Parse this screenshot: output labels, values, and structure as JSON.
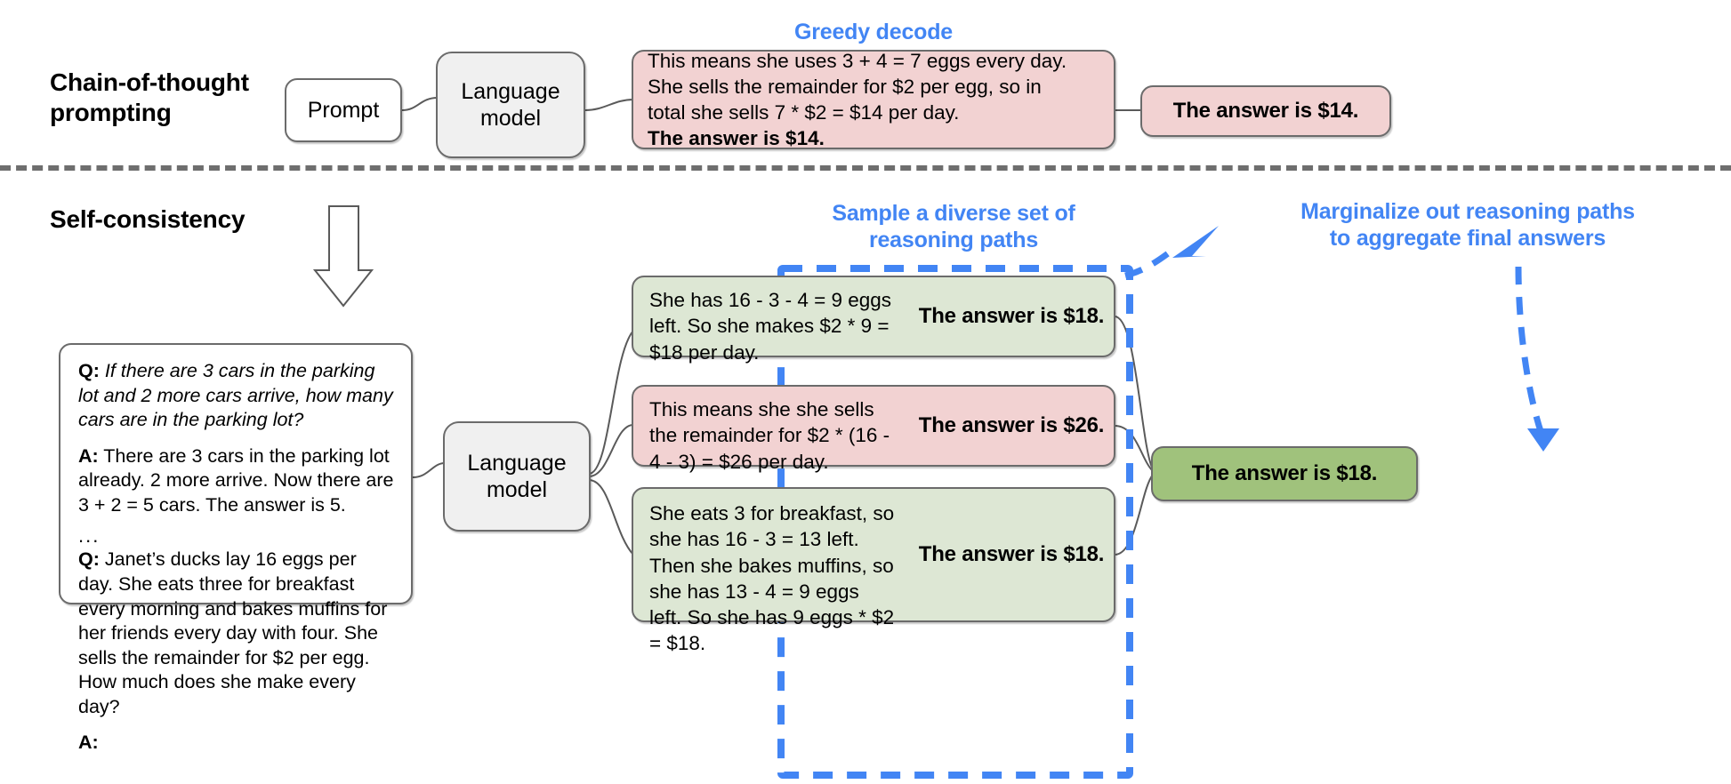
{
  "figure": {
    "sections": [
      {
        "id": "cot",
        "title": "Chain-of-thought\nprompting"
      },
      {
        "id": "sc",
        "title": "Self-consistency"
      }
    ]
  },
  "colors": {
    "blue_accent": "#4285f4",
    "pink_fill": "#f2d2d2",
    "green_fill": "#dde7d4",
    "dark_green_fill": "#a0c27c",
    "gray_fill": "#f0f0f0",
    "node_border": "#6b6b6b",
    "divider": "#6e6e6e"
  },
  "cot": {
    "title_line1": "Chain-of-thought",
    "title_line2": "prompting",
    "prompt_label": "Prompt",
    "model_line1": "Language",
    "model_line2": "model",
    "caption": "Greedy decode",
    "reasoning": {
      "line1": "This means she uses 3 + 4 = 7 eggs every day.",
      "line2": "She sells the remainder for $2 per egg, so in",
      "line3": "total she sells 7 * $2 = $14 per day.",
      "bold_line": "The answer is $14."
    },
    "answer": "The answer is $14."
  },
  "sc": {
    "title": "Self-consistency",
    "caption_sample_line1": "Sample a diverse set of",
    "caption_sample_line2": "reasoning paths",
    "caption_marginalize_line1": "Marginalize out reasoning paths",
    "caption_marginalize_line2": "to aggregate final answers",
    "model_line1": "Language",
    "model_line2": "model",
    "prompt": {
      "q1_label": "Q:",
      "q1_text": "If there are 3 cars in the parking lot and 2 more cars arrive, how many cars are in the parking lot?",
      "a1_label": "A:",
      "a1_text": "There are 3 cars in the parking lot already. 2 more arrive. Now there are 3 + 2 = 5 cars. The answer is 5.",
      "ellipsis": "...",
      "q2_label": "Q:",
      "q2_text": "Janet’s ducks lay 16 eggs per day. She eats three for breakfast every morning and bakes muffins for her friends every day with four. She sells the remainder for $2 per egg. How much does she make every day?",
      "a2_label": "A:"
    },
    "paths": [
      {
        "id": "path-1",
        "color": "green",
        "reasoning": "She has 16 - 3 - 4 = 9 eggs left. So she makes $2 * 9 = $18 per day.",
        "answer": "The answer is $18."
      },
      {
        "id": "path-2",
        "color": "pink",
        "reasoning": "This means she she sells the remainder for $2 * (16 - 4 - 3) = $26 per day.",
        "answer": "The answer is $26."
      },
      {
        "id": "path-3",
        "color": "green",
        "reasoning": "She eats 3 for breakfast, so she has 16 - 3 = 13 left. Then she bakes muffins, so she has 13 - 4 = 9 eggs left. So she has 9 eggs * $2 = $18.",
        "answer": "The answer is $18."
      }
    ],
    "final_answer": "The answer is $18."
  }
}
